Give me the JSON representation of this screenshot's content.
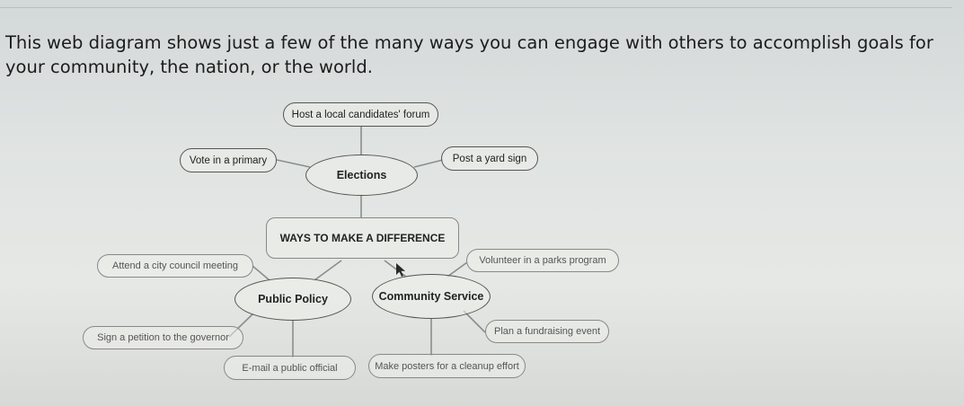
{
  "intro_text": "This web diagram shows just a few of the many ways you can engage with others to accomplish goals for your community, the nation, or the world.",
  "diagram": {
    "center": "WAYS TO MAKE A DIFFERENCE",
    "elections": {
      "label": "Elections",
      "items": [
        "Host a local candidates' forum",
        "Vote in a primary",
        "Post a yard sign"
      ]
    },
    "public_policy": {
      "label": "Public Policy",
      "items": [
        "Attend a city council meeting",
        "Sign a petition to the governor",
        "E-mail a public official"
      ]
    },
    "community_service": {
      "label": "Community Service",
      "items": [
        "Volunteer in a parks program",
        "Plan a fundraising event",
        "Make posters for a cleanup effort"
      ]
    }
  },
  "icons": {
    "cursor": "mouse-pointer-icon"
  }
}
